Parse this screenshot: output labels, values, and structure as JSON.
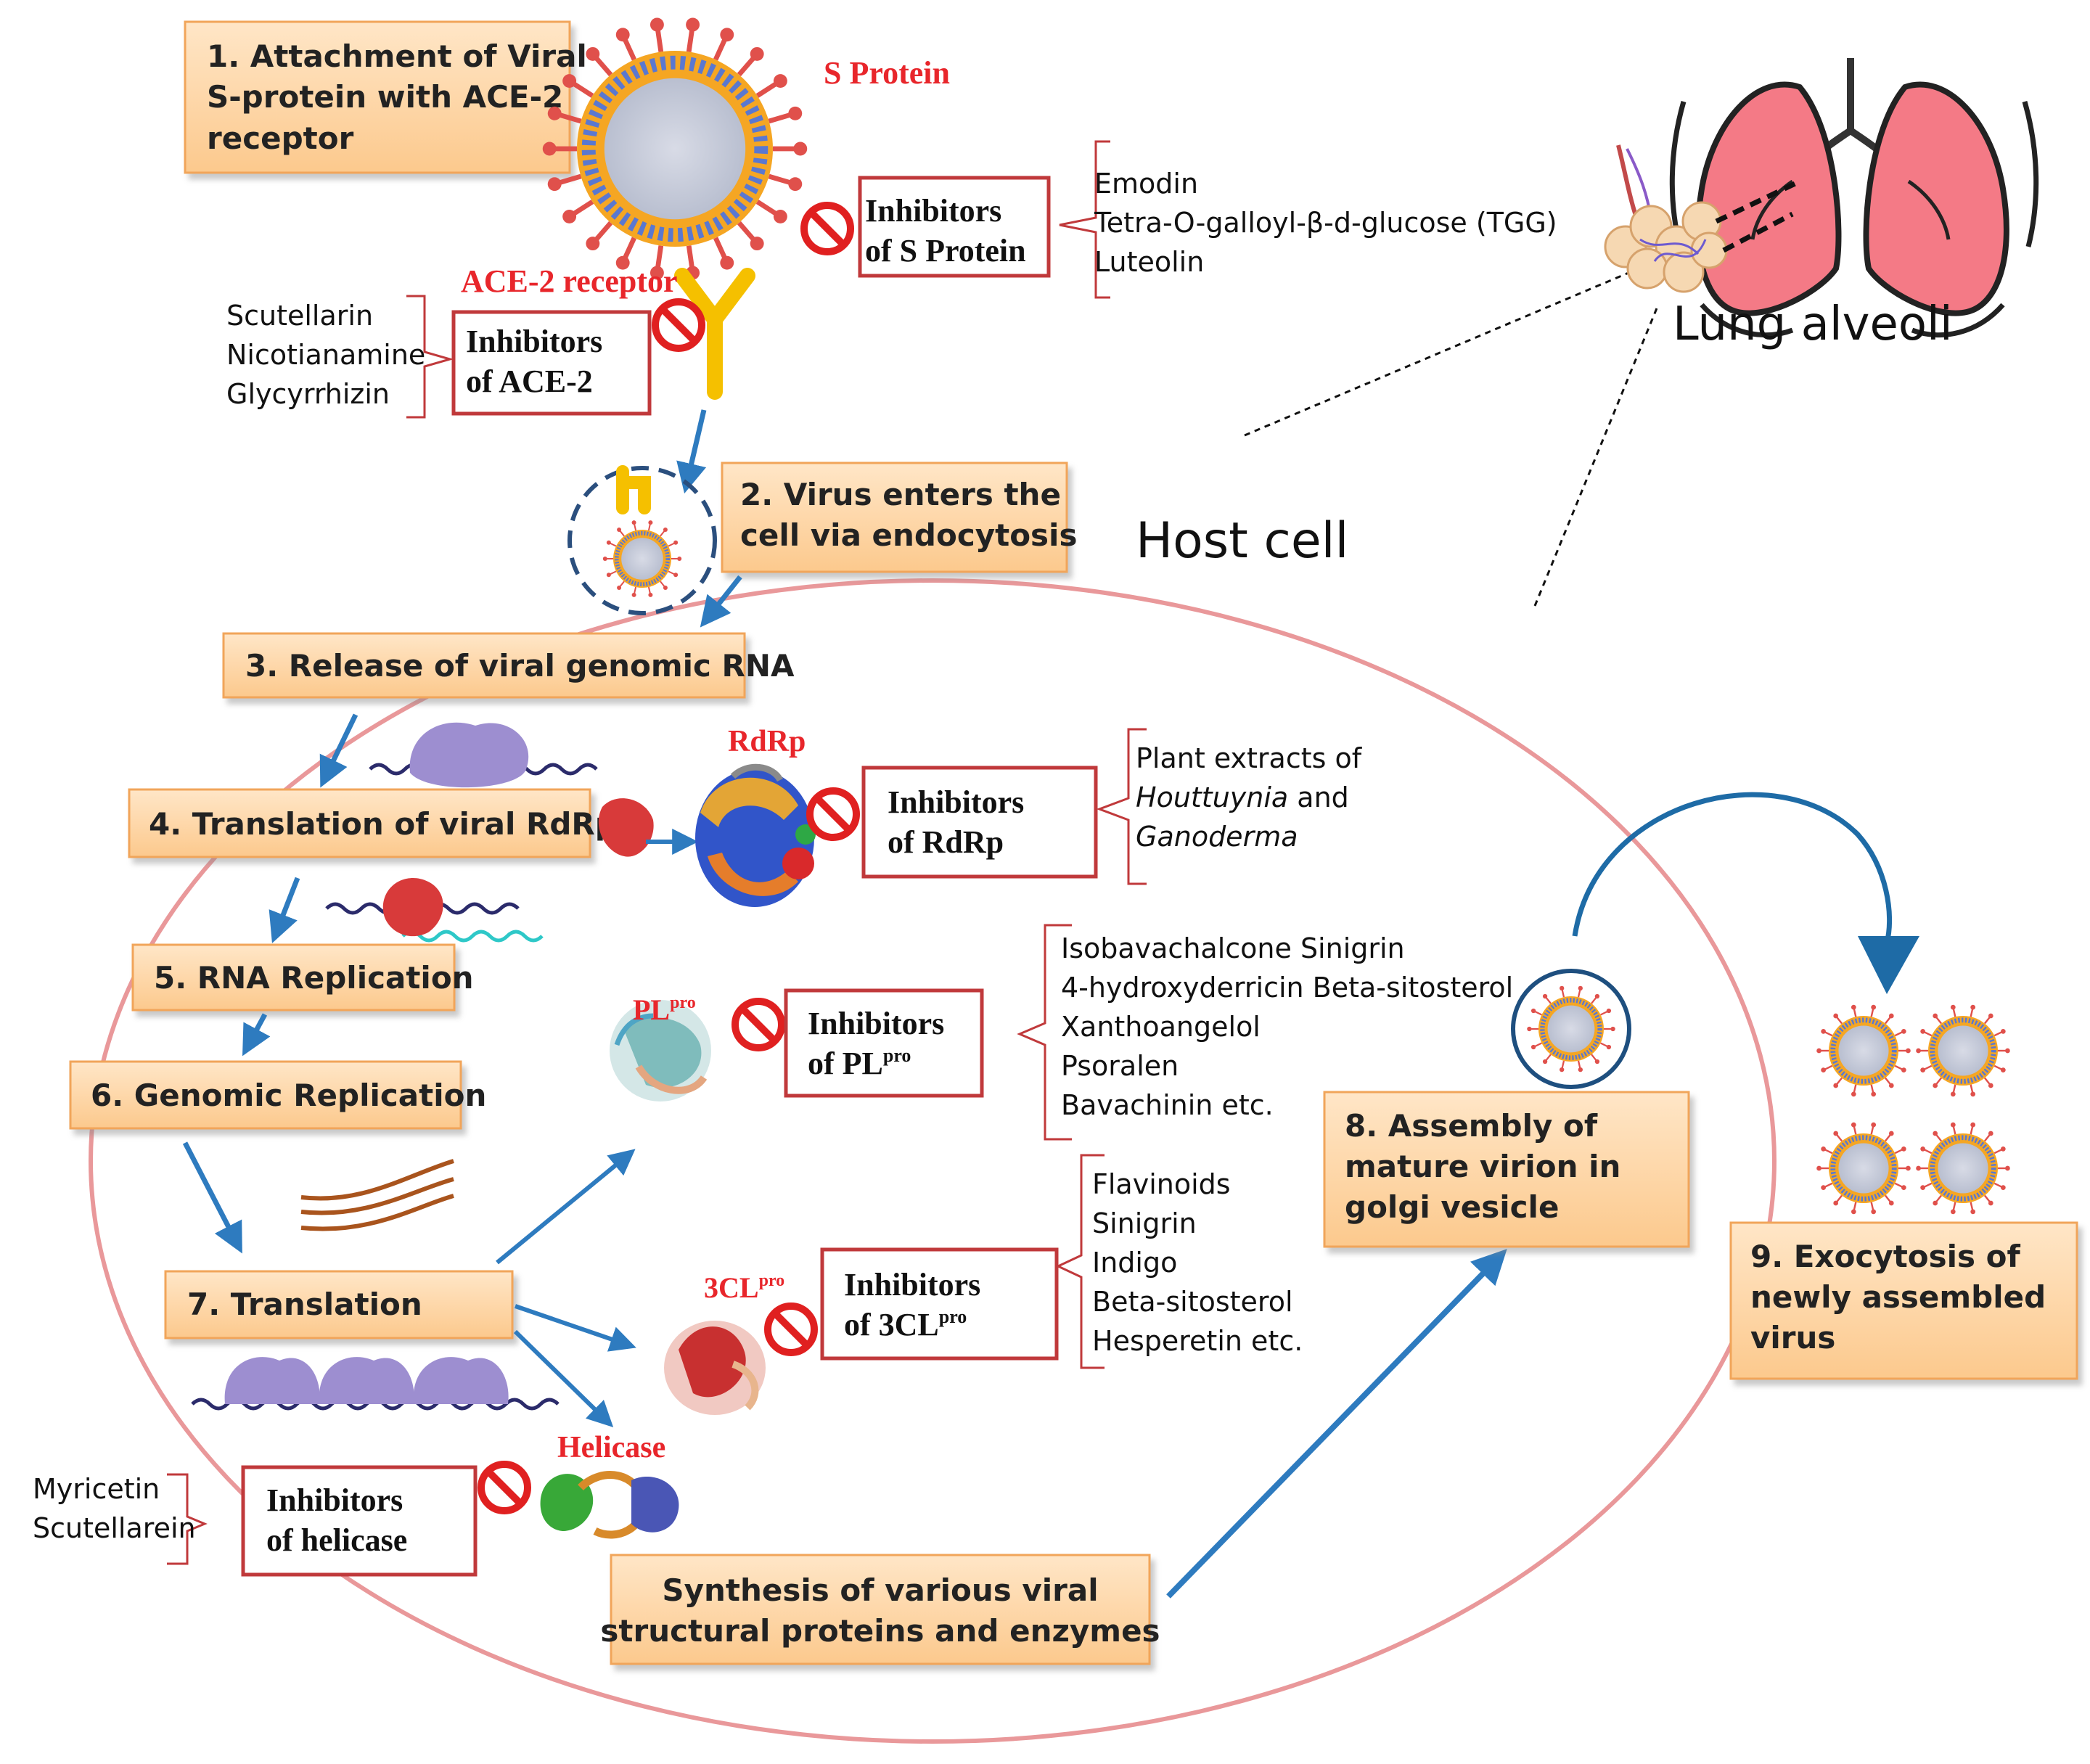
{
  "colors": {
    "step_fill": "#fdd3a3",
    "step_border": "#f1a55a",
    "inhibitor_border": "#c0393b",
    "cell_membrane": "#e9989a",
    "arrow": "#2e7bbf",
    "red_label": "#e8262b",
    "bracket": "#c0393b"
  },
  "steps": {
    "s1": [
      "1. Attachment of Viral",
      "S-protein with ACE-2",
      "receptor"
    ],
    "s2": [
      "2. Virus enters the",
      "cell via endocytosis"
    ],
    "s3": "3. Release of viral genomic RNA",
    "s4": "4. Translation of viral RdRp",
    "s5": "5. RNA Replication",
    "s6": "6. Genomic Replication",
    "s7": "7. Translation",
    "s8": [
      "8. Assembly of",
      "mature virion in",
      "golgi vesicle"
    ],
    "s9": [
      "9. Exocytosis of",
      "newly assembled",
      "virus"
    ],
    "synthesis": [
      "Synthesis of various viral",
      "structural proteins and enzymes"
    ]
  },
  "labels": {
    "s_protein": "S Protein",
    "ace2_receptor": "ACE-2 receptor",
    "rdrp": "RdRp",
    "plpro_main": "PL",
    "plpro_sup": "pro",
    "clpro_main": "3CL",
    "clpro_sup": "pro",
    "helicase": "Helicase",
    "host_cell": "Host cell",
    "lung_alveoli": "Lung alveoli"
  },
  "inhibitors": {
    "s_protein": [
      "Inhibitors",
      "of S Protein"
    ],
    "ace2": [
      "Inhibitors",
      "of ACE-2"
    ],
    "rdrp": [
      "Inhibitors",
      "of RdRp"
    ],
    "plpro": [
      "Inhibitors",
      "of PL",
      "pro"
    ],
    "clpro": [
      "Inhibitors",
      "of 3CL",
      "pro"
    ],
    "helicase": [
      "Inhibitors",
      "of helicase"
    ]
  },
  "compounds": {
    "s_protein": [
      "Emodin",
      "Tetra-O-galloyl-β-d-glucose  (TGG)",
      "Luteolin"
    ],
    "ace2": [
      "Scutellarin",
      "Nicotianamine",
      "Glycyrrhizin"
    ],
    "rdrp": {
      "line1": "Plant extracts of",
      "line2_italic": "Houttuynia",
      "line2_rest": " and",
      "line3_italic": "Ganoderma"
    },
    "plpro": [
      "Isobavachalcone  Sinigrin",
      "4-hydroxyderricin Beta-sitosterol",
      "Xanthoangelol",
      "Psoralen",
      "Bavachinin  etc."
    ],
    "clpro": [
      "Flavinoids",
      "Sinigrin",
      "Indigo",
      "Beta-sitosterol",
      "Hesperetin etc."
    ],
    "helicase": [
      "Myricetin",
      "Scutellarein"
    ]
  }
}
